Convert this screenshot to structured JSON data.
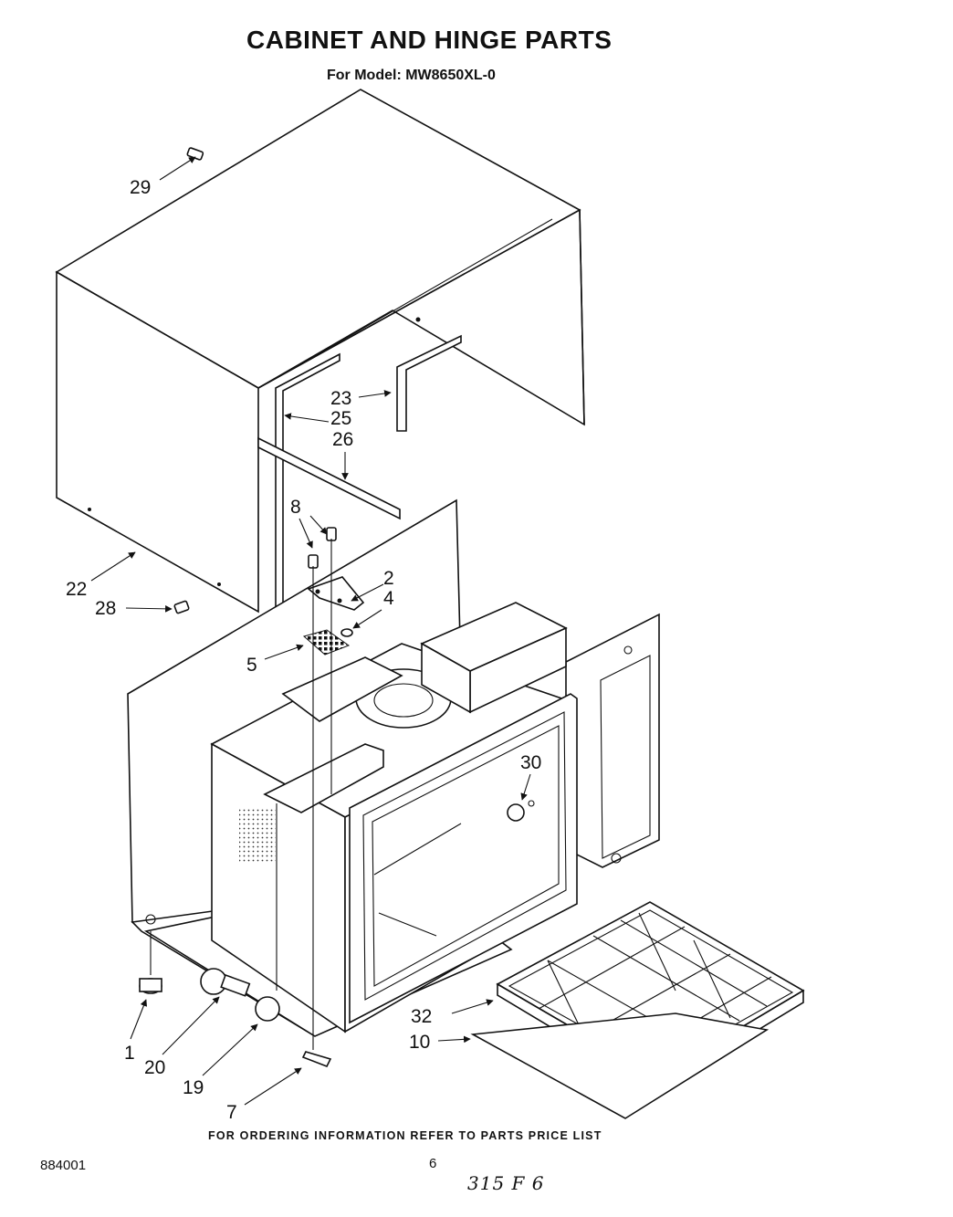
{
  "header": {
    "title": "CABINET AND HINGE PARTS",
    "model_line": "For Model: MW8650XL-0"
  },
  "callouts": [
    "29",
    "23",
    "25",
    "26",
    "8",
    "2",
    "4",
    "22",
    "28",
    "5",
    "30",
    "32",
    "10",
    "1",
    "20",
    "19",
    "7"
  ],
  "footer": {
    "ordering_note": "FOR ORDERING INFORMATION REFER TO PARTS PRICE LIST",
    "doc_code": "884001",
    "page_number": "6",
    "handwritten_note": "315 F 6"
  }
}
